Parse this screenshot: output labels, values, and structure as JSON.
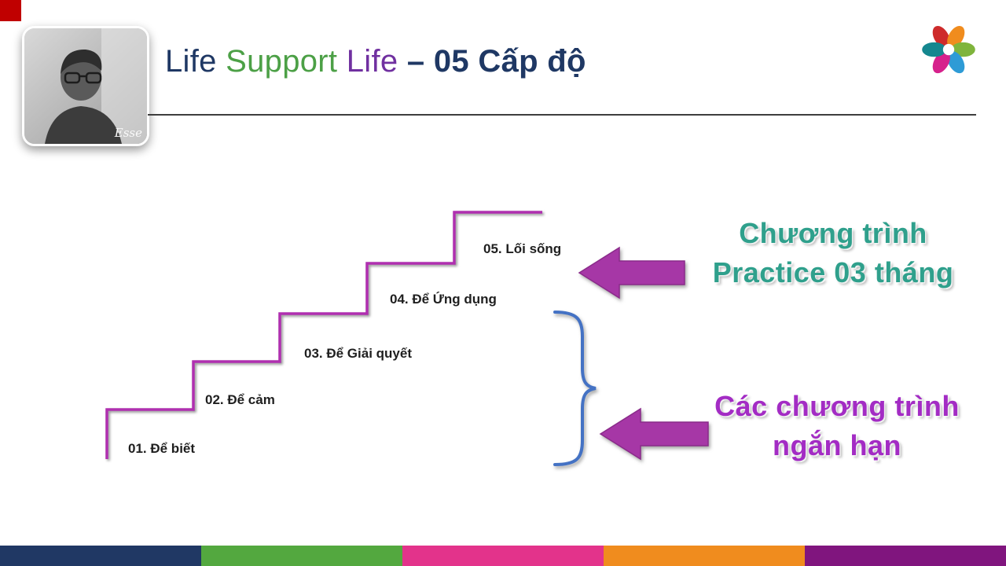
{
  "slide": {
    "title": {
      "part1": "Life",
      "part2": "Support",
      "part3": "Life",
      "separator": "–",
      "part4": "05 Cấp độ"
    },
    "photo_signature": "Esse",
    "steps": [
      {
        "label": "01. Để biết"
      },
      {
        "label": "02. Để cảm"
      },
      {
        "label": "03. Để Giải quyết"
      },
      {
        "label": "04. Để Ứng dụng"
      },
      {
        "label": "05. Lối sống"
      }
    ],
    "annotations": {
      "practice": {
        "line1": "Chương trình",
        "line2": "Practice 03 tháng"
      },
      "short_term": {
        "line1": "Các chương trình",
        "line2": "ngắn hạn"
      }
    },
    "colors": {
      "corner_red": "#C00000",
      "navy": "#1F3864",
      "green": "#4CA046",
      "purple": "#7030A0",
      "stair_magenta": "#B02FB0",
      "arrow_magenta": "#A637A6",
      "arrow_outline": "#8A2B8A",
      "brace_blue": "#4472C4",
      "teal": "#2FA08C",
      "annotation_purple": "#A32CC4"
    },
    "logo_colors": [
      "#CE2B2B",
      "#F08C1E",
      "#7FB43C",
      "#2E9BD6",
      "#D6218C",
      "#15878F"
    ],
    "footer_colors": [
      "#203864",
      "#53A83F",
      "#E3338B",
      "#F08C1E",
      "#80157E"
    ]
  }
}
